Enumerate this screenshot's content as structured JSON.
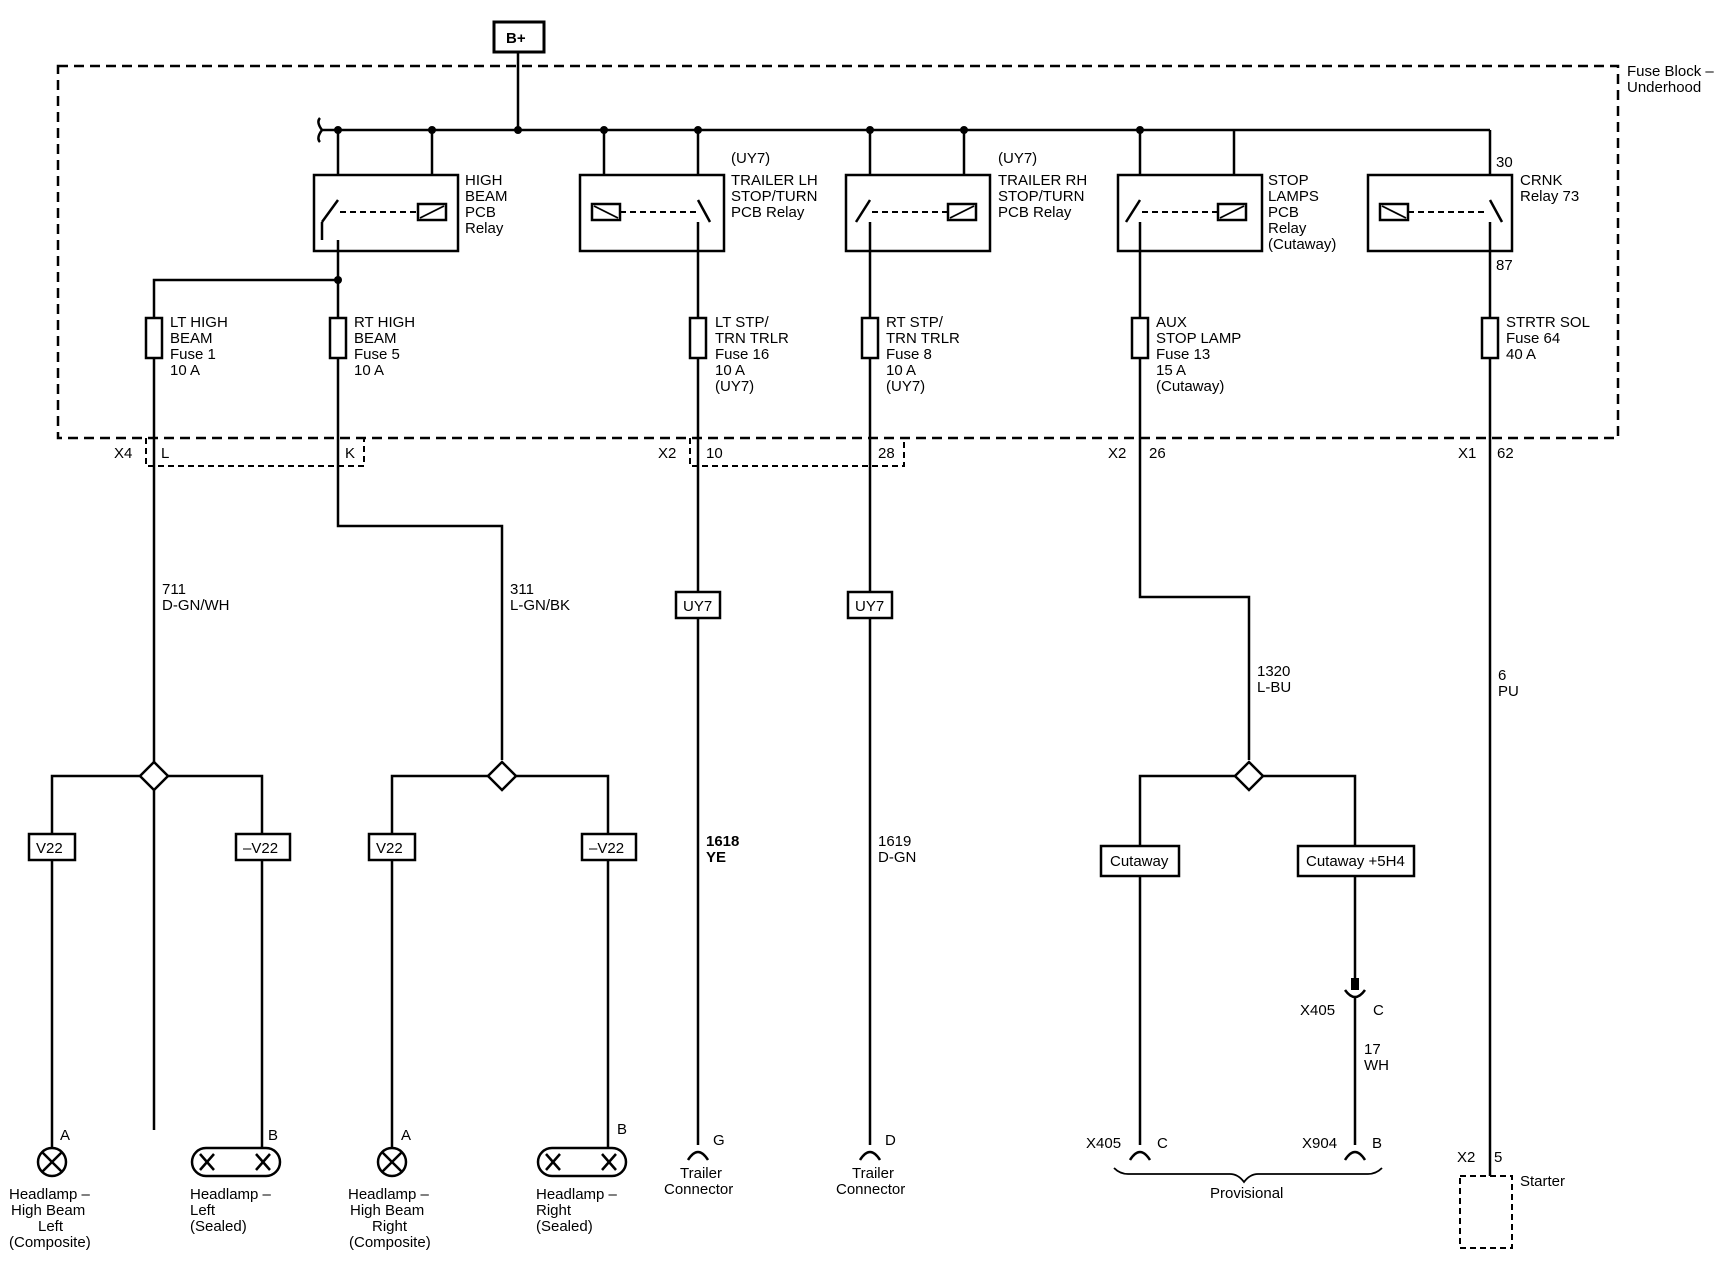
{
  "supply": "B+",
  "fuse_block": [
    "Fuse Block –",
    "Underhood"
  ],
  "relays": {
    "high_beam": [
      "HIGH",
      "BEAM",
      "PCB",
      "Relay"
    ],
    "trailer_lh": [
      "(UY7)",
      "TRAILER LH",
      "STOP/TURN",
      "PCB Relay"
    ],
    "trailer_rh": [
      "(UY7)",
      "TRAILER RH",
      "STOP/TURN",
      "PCB Relay"
    ],
    "stop_lamps": [
      "STOP",
      "LAMPS",
      "PCB",
      "Relay",
      "(Cutaway)"
    ],
    "crank": [
      "CRNK",
      "Relay 73"
    ],
    "crank_pins": [
      "30",
      "87"
    ]
  },
  "fuses": {
    "f1": [
      "LT HIGH",
      "BEAM",
      "Fuse 1",
      "10 A"
    ],
    "f5": [
      "RT HIGH",
      "BEAM",
      "Fuse 5",
      "10 A"
    ],
    "f16": [
      "LT STP/",
      "TRN TRLR",
      "Fuse 16",
      "10 A",
      "(UY7)"
    ],
    "f8": [
      "RT STP/",
      "TRN TRLR",
      "Fuse 8",
      "10 A",
      "(UY7)"
    ],
    "f13": [
      "AUX",
      "STOP LAMP",
      "Fuse 13",
      "15 A",
      "(Cutaway)"
    ],
    "f64": [
      "STRTR SOL",
      "Fuse 64",
      "40 A"
    ]
  },
  "connectors": {
    "x4": "X4",
    "x4_l": "L",
    "x4_k": "K",
    "x2a": "X2",
    "x2a_10": "10",
    "x2a_28": "28",
    "x2b": "X2",
    "x2b_26": "26",
    "x1": "X1",
    "x1_62": "62"
  },
  "wires": {
    "w711": [
      "711",
      "D-GN/WH"
    ],
    "w311": [
      "311",
      "L-GN/BK"
    ],
    "w1618": [
      "1618",
      "YE"
    ],
    "w1619": [
      "1619",
      "D-GN"
    ],
    "w1320": [
      "1320",
      "L-BU"
    ],
    "w6": [
      "6",
      "PU"
    ],
    "w17": [
      "17",
      "WH"
    ]
  },
  "options": {
    "v22_l": "V22",
    "nv22_l": "–V22",
    "v22_r": "V22",
    "nv22_r": "–V22",
    "uy7_a": "UY7",
    "uy7_b": "UY7",
    "cutaway": "Cutaway",
    "cutaway_5h4": "Cutaway +5H4"
  },
  "pins": {
    "a1": "A",
    "b1": "B",
    "a2": "A",
    "b2": "B",
    "g": "G",
    "d": "D",
    "x405_c_top": "X405",
    "c_top": "C",
    "x405_c_bot": "X405",
    "c_bot": "C",
    "x904": "X904",
    "b_bot": "B",
    "x2_starter": "X2",
    "five": "5"
  },
  "components": {
    "hl_hb_left": [
      "Headlamp –",
      "High Beam",
      "Left",
      "(Composite)"
    ],
    "hl_left": [
      "Headlamp –",
      "Left",
      "(Sealed)"
    ],
    "hl_hb_right": [
      "Headlamp –",
      "High Beam",
      "Right",
      "(Composite)"
    ],
    "hl_right": [
      "Headlamp –",
      "Right",
      "(Sealed)"
    ],
    "trailer_g": [
      "Trailer",
      "Connector"
    ],
    "trailer_d": [
      "Trailer",
      "Connector"
    ],
    "provisional": "Provisional",
    "starter": "Starter"
  }
}
